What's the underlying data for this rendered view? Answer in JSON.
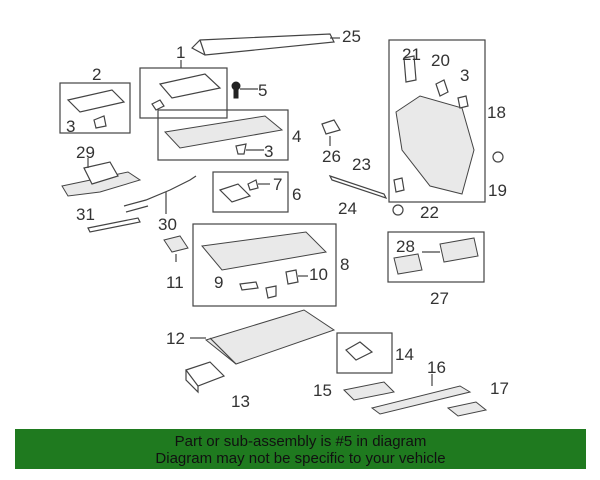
{
  "callouts": [
    {
      "id": "c1",
      "text": "1"
    },
    {
      "id": "c2",
      "text": "2"
    },
    {
      "id": "c3a",
      "text": "3"
    },
    {
      "id": "c3b",
      "text": "3"
    },
    {
      "id": "c3c",
      "text": "3"
    },
    {
      "id": "c4",
      "text": "4"
    },
    {
      "id": "c5",
      "text": "5"
    },
    {
      "id": "c6",
      "text": "6"
    },
    {
      "id": "c7",
      "text": "7"
    },
    {
      "id": "c8",
      "text": "8"
    },
    {
      "id": "c9",
      "text": "9"
    },
    {
      "id": "c10",
      "text": "10"
    },
    {
      "id": "c11",
      "text": "11"
    },
    {
      "id": "c12",
      "text": "12"
    },
    {
      "id": "c13",
      "text": "13"
    },
    {
      "id": "c14",
      "text": "14"
    },
    {
      "id": "c15",
      "text": "15"
    },
    {
      "id": "c16",
      "text": "16"
    },
    {
      "id": "c17",
      "text": "17"
    },
    {
      "id": "c18",
      "text": "18"
    },
    {
      "id": "c19",
      "text": "19"
    },
    {
      "id": "c20",
      "text": "20"
    },
    {
      "id": "c21",
      "text": "21"
    },
    {
      "id": "c22",
      "text": "22"
    },
    {
      "id": "c23",
      "text": "23"
    },
    {
      "id": "c24",
      "text": "24"
    },
    {
      "id": "c25",
      "text": "25"
    },
    {
      "id": "c26",
      "text": "26"
    },
    {
      "id": "c27",
      "text": "27"
    },
    {
      "id": "c28",
      "text": "28"
    },
    {
      "id": "c29",
      "text": "29"
    },
    {
      "id": "c30",
      "text": "30"
    },
    {
      "id": "c31",
      "text": "31"
    }
  ],
  "footer": {
    "line1": "Part or sub-assembly is #5 in diagram",
    "line2": "Diagram may not be specific to your vehicle",
    "background": "#1f7a1f"
  }
}
